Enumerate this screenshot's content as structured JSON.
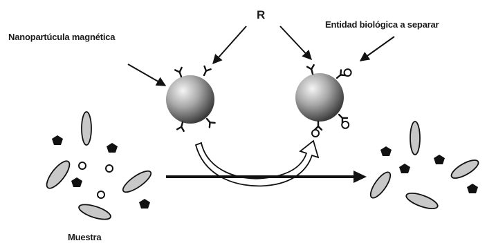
{
  "labels": {
    "nanoparticle": "Nanopartúcula magnética",
    "receptor": "R",
    "entity": "Entidad biológica a separar",
    "sample": "Muestra"
  },
  "colors": {
    "ink": "#111111",
    "ellipse_fill": "#c8c8c8",
    "sphere_light": "#f2f2f2",
    "sphere_dark": "#2e2e2e"
  }
}
